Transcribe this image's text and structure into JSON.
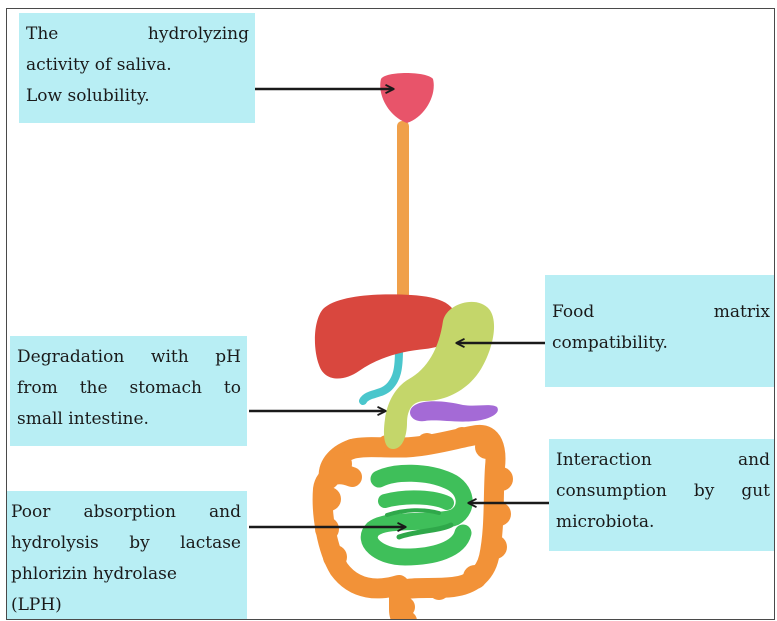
{
  "labels": {
    "saliva": {
      "lines": [
        "The hydrolyzing",
        "activity of saliva.",
        "Low solubility."
      ]
    },
    "stomach": {
      "lines": [
        "Degradation with pH",
        "from the stomach to",
        "small intestine."
      ]
    },
    "lph": {
      "lines": [
        "Poor absorption and",
        "hydrolysis by lactase",
        "phlorizin hydrolase",
        "(LPH)"
      ]
    },
    "matrix": {
      "lines": [
        "Food matrix",
        "compatibility."
      ]
    },
    "microbiota": {
      "lines": [
        "Interaction and",
        "consumption by gut",
        "microbiota."
      ]
    }
  },
  "colors": {
    "label_bg": "#b8eef4",
    "mouth": "#e8546a",
    "esophagus": "#f0a04a",
    "liver": "#d9473e",
    "stomach": "#c4d66a",
    "gallbladder": "#4ac6cc",
    "pancreas": "#a46ad6",
    "large_intestine": "#f29238",
    "small_intestine": "#3fbf5a",
    "arrow": "#1a1a1a"
  }
}
